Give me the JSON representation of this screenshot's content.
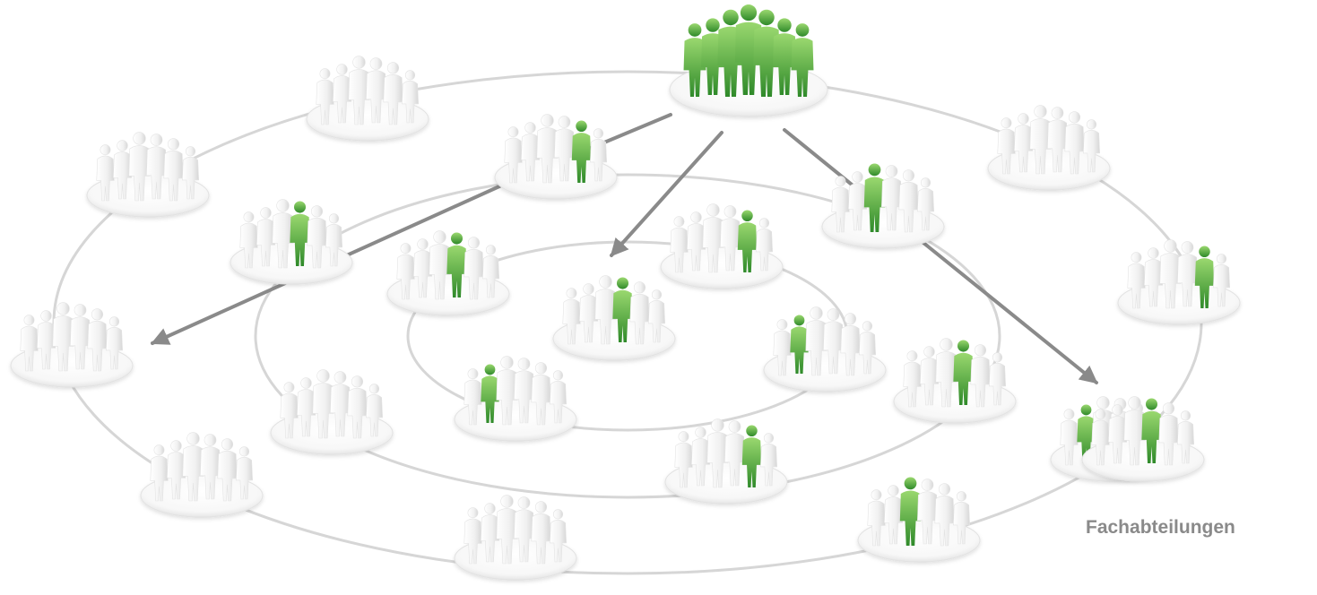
{
  "diagram": {
    "label": "Fachabteilungen",
    "colors": {
      "ring": "#d6d6d6",
      "arrow": "#8a8a8a",
      "green": "#4fa33a",
      "green_light": "#8fd06a",
      "figure": "#f2f2f2",
      "figure_shade": "#d9d9d9"
    },
    "groups": [
      {
        "id": "center-top",
        "highlight": [
          0,
          1,
          2,
          3,
          4,
          5,
          6
        ],
        "size": 7
      },
      {
        "id": "g1",
        "highlight": [],
        "size": 6
      },
      {
        "id": "g2",
        "highlight": [
          4
        ],
        "size": 6
      },
      {
        "id": "g3",
        "highlight": [],
        "size": 6
      },
      {
        "id": "g4",
        "highlight": [
          3
        ],
        "size": 6
      },
      {
        "id": "g5",
        "highlight": [
          2
        ],
        "size": 6
      },
      {
        "id": "g6",
        "highlight": [],
        "size": 6
      },
      {
        "id": "g7",
        "highlight": [
          3
        ],
        "size": 6
      },
      {
        "id": "g8",
        "highlight": [
          4
        ],
        "size": 6
      },
      {
        "id": "g9",
        "highlight": [],
        "size": 6
      },
      {
        "id": "g10",
        "highlight": [
          3
        ],
        "size": 6
      },
      {
        "id": "g11",
        "highlight": [
          1
        ],
        "size": 6
      },
      {
        "id": "g12",
        "highlight": [
          4
        ],
        "size": 6
      },
      {
        "id": "g13",
        "highlight": [
          1
        ],
        "size": 6
      },
      {
        "id": "g14",
        "highlight": [],
        "size": 6
      },
      {
        "id": "g15",
        "highlight": [
          3
        ],
        "size": 6
      },
      {
        "id": "g16",
        "highlight": [
          1
        ],
        "size": 6
      },
      {
        "id": "g17",
        "highlight": [],
        "size": 6
      },
      {
        "id": "g18",
        "highlight": [
          4
        ],
        "size": 6
      },
      {
        "id": "g19",
        "highlight": [],
        "size": 6
      },
      {
        "id": "g20",
        "highlight": [
          2
        ],
        "size": 6
      },
      {
        "id": "g21",
        "highlight": [
          3
        ],
        "size": 6
      },
      {
        "id": "g22",
        "highlight": [],
        "size": 6
      }
    ]
  }
}
